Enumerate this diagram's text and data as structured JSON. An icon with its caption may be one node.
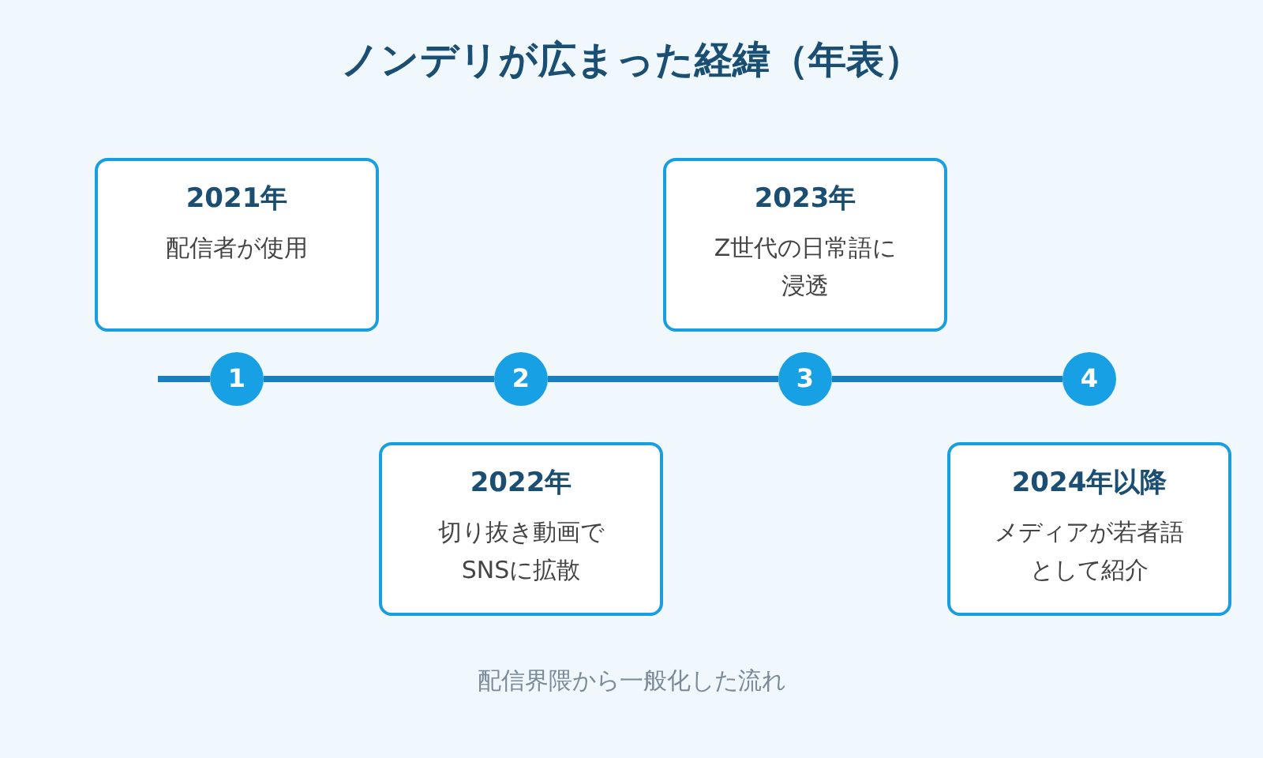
{
  "diagram": {
    "title": "ノンデリが広まった経緯（年表）",
    "caption": "配信界隈から一般化した流れ",
    "nodes": [
      {
        "text": [
          "2021年",
          "配信者が使用"
        ]
      },
      {
        "text": [
          "2022年",
          "切り抜き動画でSNSに拡散"
        ]
      },
      {
        "text": [
          "2023年",
          "Z世代の日常語に浸透"
        ]
      },
      {
        "text": [
          "2024年以降",
          "メディアが若者語として紹介"
        ]
      },
      {
        "text": [
          "1"
        ]
      },
      {
        "text": [
          "2"
        ]
      },
      {
        "text": [
          "3"
        ]
      },
      {
        "text": [
          "4"
        ]
      }
    ],
    "edges": [
      {
        "from": null,
        "to": 4,
        "arrow": "none"
      },
      {
        "from": 4,
        "to": 5,
        "arrow": "none"
      },
      {
        "from": 5,
        "to": 6,
        "arrow": "none"
      },
      {
        "from": 6,
        "to": 7,
        "arrow": "none"
      }
    ]
  }
}
